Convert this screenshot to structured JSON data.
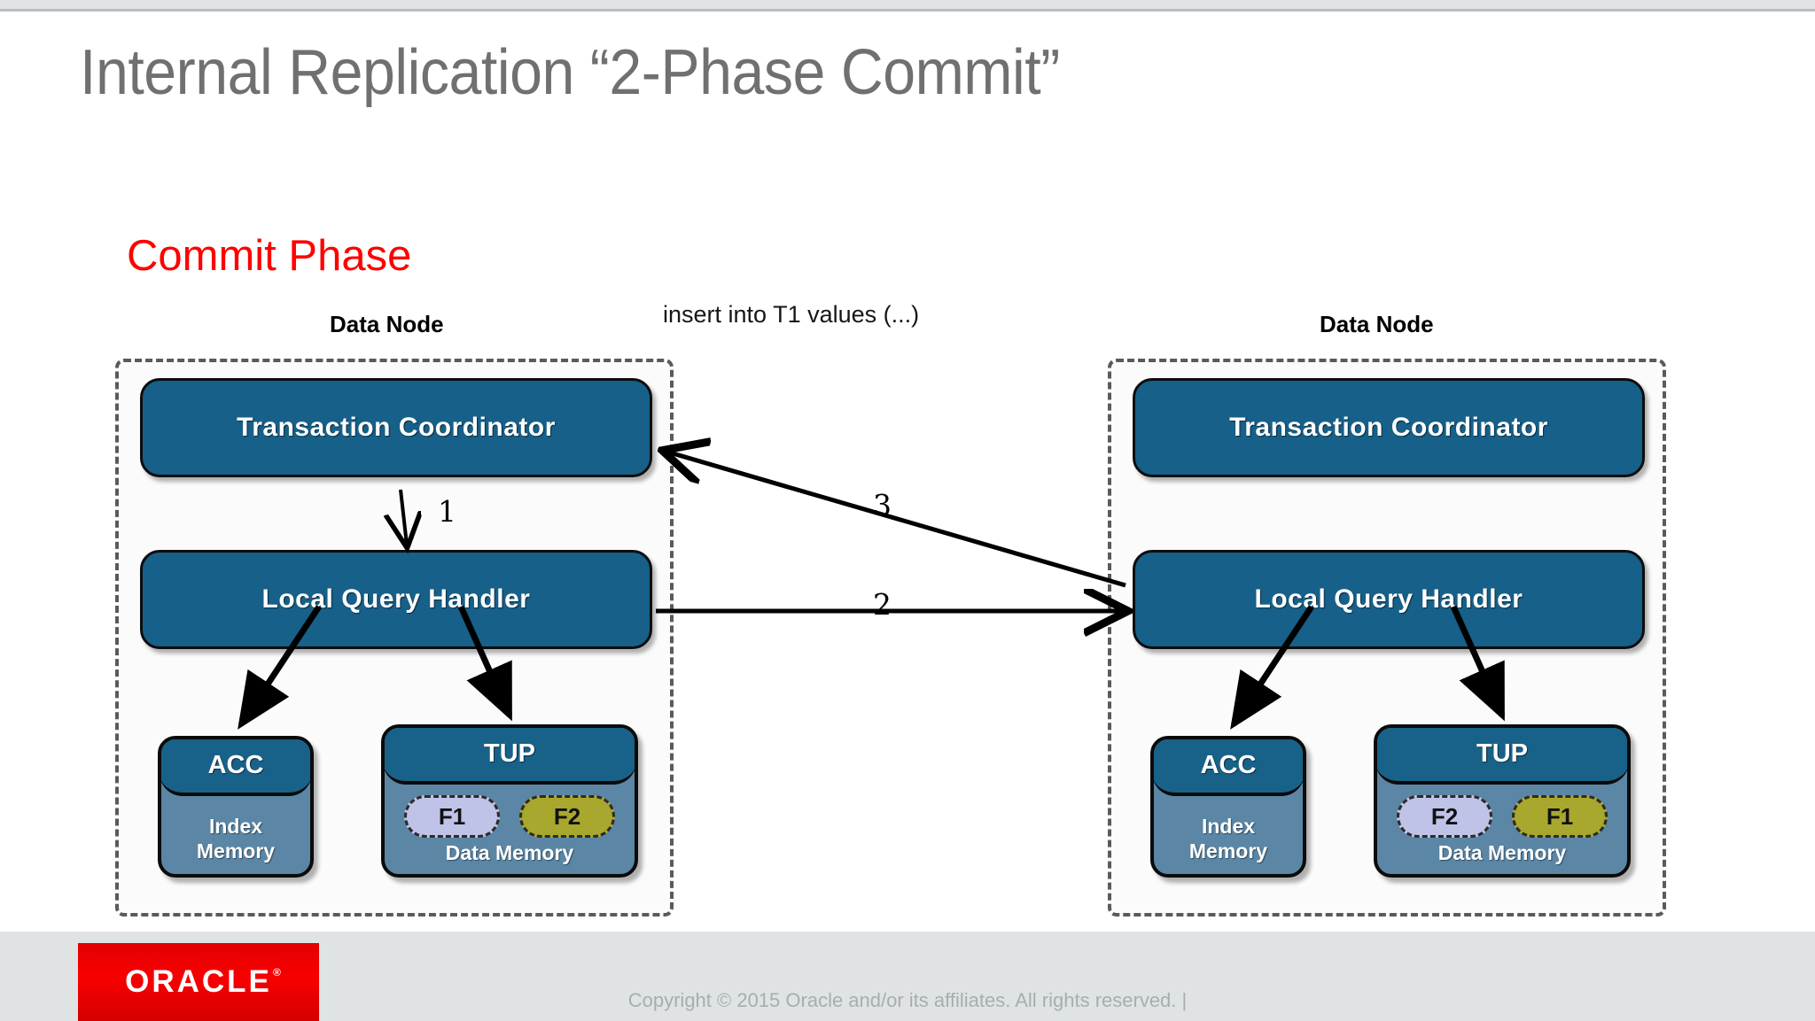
{
  "slide": {
    "title": "Internal Replication “2-Phase Commit”",
    "subtitle": "Commit Phase",
    "sql_text": "insert into T1 values (...)"
  },
  "colors": {
    "title_gray": "#6f7170",
    "subtitle_red": "#ff0000",
    "node_blue": "#166089",
    "cylinder_body": "#5b86a5",
    "cylinder_cap": "#186289",
    "pill_lavender": "#bfc3e8",
    "pill_olive": "#a8a72e",
    "oracle_red": "#e30000",
    "slide_background": "#ffffff",
    "page_background": "#dfe3e3"
  },
  "nodes": [
    {
      "heading": "Data Node",
      "transaction_coordinator": "Transaction Coordinator",
      "local_query_handler": "Local Query Handler",
      "acc": {
        "title": "ACC",
        "memory_label": "Index\nMemory"
      },
      "acc_title": "ACC",
      "acc_memory_line1": "Index",
      "acc_memory_line2": "Memory",
      "tup_title": "TUP",
      "tup_memory_label": "Data Memory",
      "fragments": [
        {
          "label": "F1",
          "color": "lavender"
        },
        {
          "label": "F2",
          "color": "olive"
        }
      ],
      "fragment_a": "F1",
      "fragment_b": "F2"
    },
    {
      "heading": "Data Node",
      "transaction_coordinator": "Transaction Coordinator",
      "local_query_handler": "Local Query Handler",
      "acc_title": "ACC",
      "acc_memory_line1": "Index",
      "acc_memory_line2": "Memory",
      "tup_title": "TUP",
      "tup_memory_label": "Data Memory",
      "fragments": [
        {
          "label": "F2",
          "color": "lavender"
        },
        {
          "label": "F1",
          "color": "olive"
        }
      ],
      "fragment_a": "F2",
      "fragment_b": "F1"
    }
  ],
  "steps": [
    {
      "number": "1",
      "description": "Transaction Coordinator to local Local Query Handler"
    },
    {
      "number": "2",
      "description": "Local Query Handler to remote Local Query Handler"
    },
    {
      "number": "3",
      "description": "Remote Local Query Handler back to Transaction Coordinator"
    }
  ],
  "footer": {
    "logo_text": "ORACLE",
    "registered_mark": "®",
    "copyright": "Copyright © 2015 Oracle and/or its affiliates. All rights reserved.  |"
  }
}
